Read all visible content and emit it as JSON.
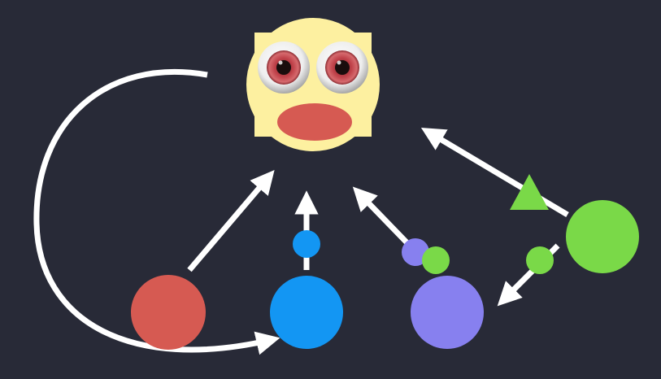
{
  "diagram": {
    "background_color": "#282a37",
    "arrow_color": "#ffffff",
    "face": {
      "skin_color": "#fdf0a0",
      "mouth_color": "#d65a52",
      "iris_color": "#c0424a",
      "pupil_color": "#1a0d0d"
    },
    "nodes": [
      {
        "name": "red-node",
        "color": "#d65a52"
      },
      {
        "name": "blue-node",
        "color": "#1396f3"
      },
      {
        "name": "purple-node",
        "color": "#8780ef"
      },
      {
        "name": "green-node",
        "color": "#7ad948"
      }
    ],
    "tokens": [
      {
        "name": "blue-token",
        "color": "#1396f3"
      },
      {
        "name": "purple-token",
        "color": "#8780ef"
      },
      {
        "name": "green-token",
        "color": "#7ad948"
      },
      {
        "name": "green-triangle-token",
        "color": "#7ad948"
      },
      {
        "name": "green-small-token",
        "color": "#7ad948"
      }
    ]
  }
}
